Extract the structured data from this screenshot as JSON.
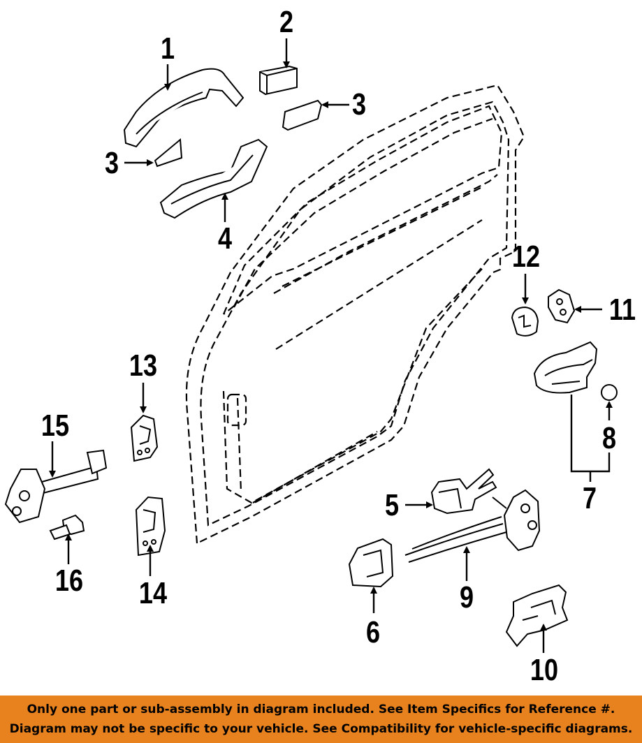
{
  "diagram": {
    "part_labels": {
      "n1": "1",
      "n2": "2",
      "n3a": "3",
      "n3b": "3",
      "n4": "4",
      "n5": "5",
      "n6": "6",
      "n7": "7",
      "n8": "8",
      "n9": "9",
      "n10": "10",
      "n11": "11",
      "n12": "12",
      "n13": "13",
      "n14": "14",
      "n15": "15",
      "n16": "16"
    }
  },
  "banner": {
    "line1": "Only one part or sub-assembly in diagram included. See Item Specifics for Reference #.",
    "line2": "Diagram may not be specific to your vehicle. See Compatibility for vehicle-specific diagrams."
  },
  "colors": {
    "banner_bg": "#e8821e",
    "line": "#000000"
  }
}
